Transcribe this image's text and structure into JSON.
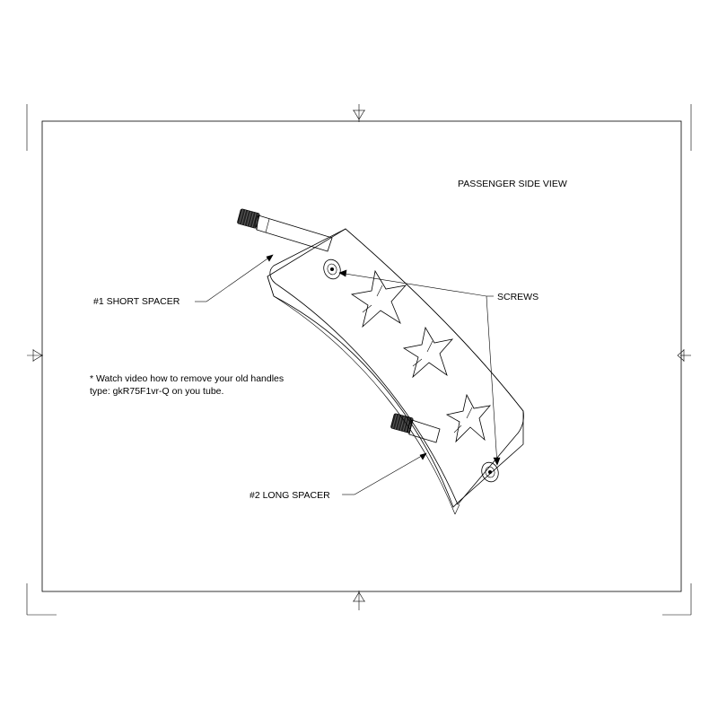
{
  "title": "PASSENGER SIDE VIEW",
  "labels": {
    "screws": "SCREWS",
    "short_spacer": "#1 SHORT SPACER",
    "long_spacer": "#2 LONG SPACER"
  },
  "note": {
    "line1": "* Watch video how to remove your old handles",
    "line2": "type: gkR75F1vr-Q on you tube."
  },
  "colors": {
    "ink": "#000000",
    "paper": "#ffffff"
  }
}
